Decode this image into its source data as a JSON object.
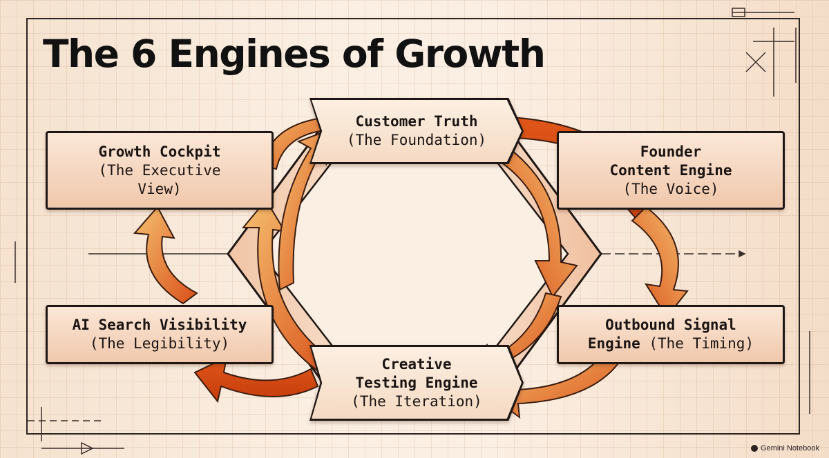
{
  "title": "The 6 Engines of Growth",
  "nodes": {
    "customer_truth": {
      "name": "Customer Truth",
      "sub": "(The Foundation)"
    },
    "growth_cockpit": {
      "name": "Growth Cockpit",
      "sub1": "(The Executive",
      "sub2": "View)"
    },
    "founder_content": {
      "name1": "Founder",
      "name2": "Content Engine",
      "sub": "(The Voice)"
    },
    "ai_search": {
      "name": "AI Search Visibility",
      "sub": "(The Legibility)"
    },
    "outbound_signal": {
      "name1": "Outbound Signal",
      "name2": "Engine",
      "sub": " (The Timing)"
    },
    "creative_testing": {
      "name1": "Creative",
      "name2": "Testing Engine",
      "sub": "(The Iteration)"
    }
  },
  "watermark": "Gemini Notebook",
  "colors": {
    "arrow_dark": "#d94a12",
    "arrow_light": "#f2b665",
    "ink": "#1f1714"
  }
}
